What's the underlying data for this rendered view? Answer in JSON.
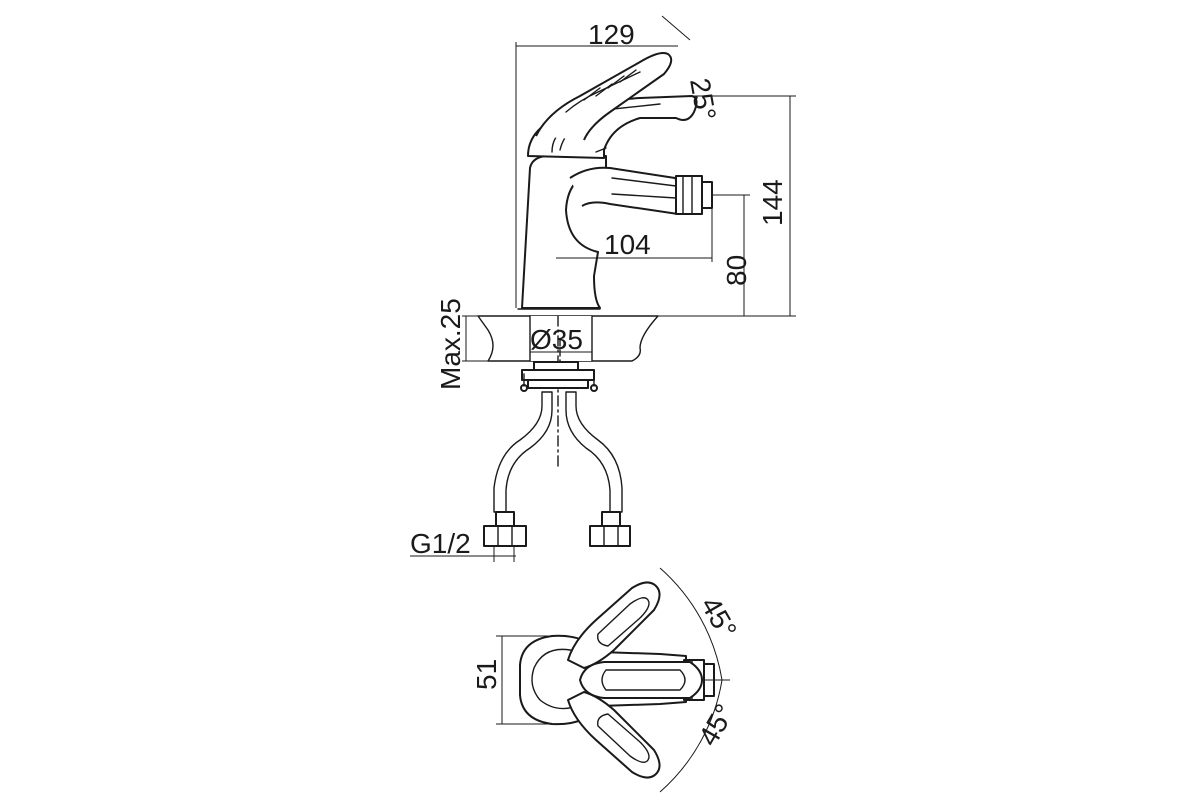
{
  "drawing": {
    "dimensions": {
      "total_length": "129",
      "handle_angle_top": "25°",
      "height": "144",
      "spout_height": "80",
      "spout_reach": "104",
      "mount_hole": "Ø35",
      "max_deck": "Max.25",
      "thread": "G1/2",
      "body_width": "51",
      "angle_left": "45°",
      "angle_right": "45°"
    }
  }
}
